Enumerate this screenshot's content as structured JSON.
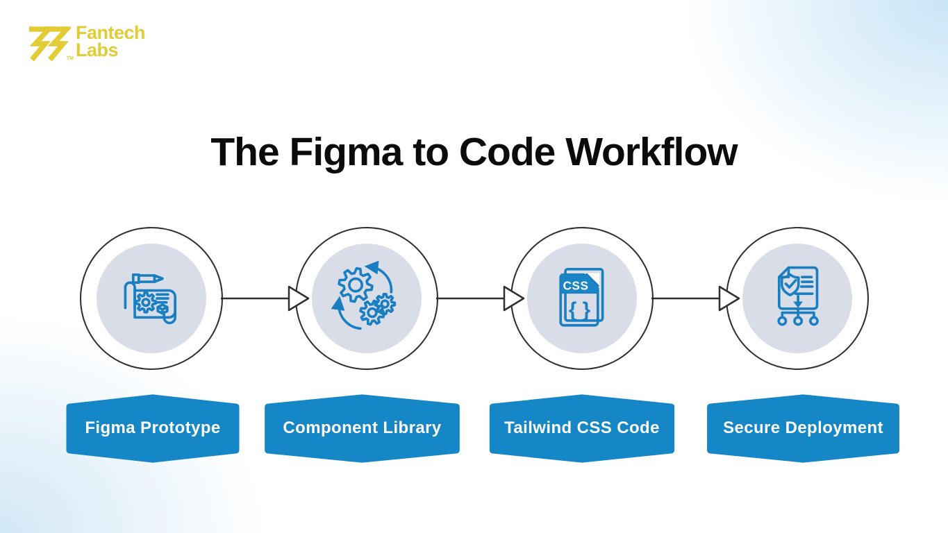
{
  "brand": {
    "line1": "Fantech",
    "line2": "Labs",
    "trademark": "TM"
  },
  "title": "The Figma to Code Workflow",
  "steps": [
    {
      "label": "Figma Prototype",
      "icon": "blueprint-prototype-icon"
    },
    {
      "label": "Component Library",
      "icon": "gears-sync-icon"
    },
    {
      "label": "Tailwind CSS Code",
      "icon": "css-file-icon",
      "badge": "CSS",
      "braces": "{ }"
    },
    {
      "label": "Secure Deployment",
      "icon": "secure-deployment-icon"
    }
  ],
  "colors": {
    "banner_blue": "#1586c6",
    "icon_blue": "#1a7ec2",
    "icon_fill_blue": "#1b84c4",
    "circle_fill": "#d8dde8",
    "outline_dark": "#2f2f2f",
    "logo_yellow": "#e2cc35",
    "title_color": "#0b0b0b",
    "corner_glow": "#c9e5f7",
    "banner_text": "#ffffff"
  }
}
